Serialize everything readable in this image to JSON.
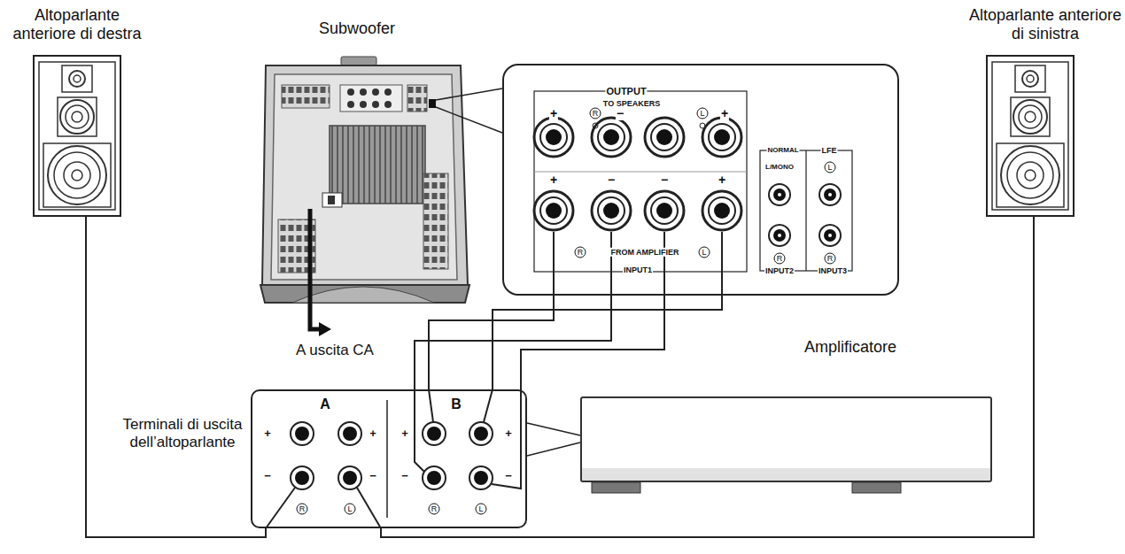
{
  "diagram": {
    "nodes": [
      {
        "text": [
          "Altoparlante anteriore di destra"
        ]
      },
      {
        "text": [
          "Subwoofer"
        ]
      },
      {
        "text": [
          "OUTPUT",
          "TO SPEAKERS",
          "+",
          "R",
          "−",
          "L",
          "+",
          "+",
          "−",
          "−",
          "+",
          "R",
          "FROM AMPLIFIER",
          "L",
          "INPUT1",
          "NORMAL",
          "L/MONO",
          "R",
          "INPUT2",
          "LFE",
          "L",
          "R",
          "INPUT3"
        ]
      },
      {
        "text": [
          "Altoparlante anteriore di sinistra"
        ]
      },
      {
        "text": [
          "Terminali di uscita dell’altoparlante",
          "A",
          "B",
          "+",
          "+",
          "−",
          "−",
          "R",
          "L",
          "+",
          "+",
          "−",
          "−",
          "R",
          "L"
        ]
      },
      {
        "text": [
          "Amplificatore"
        ]
      }
    ],
    "edges": [
      {
        "from": 0,
        "to": 4,
        "arrow": "none"
      },
      {
        "from": 4,
        "to": 3,
        "arrow": "none"
      },
      {
        "from": 4,
        "to": 2,
        "arrow": "none"
      },
      {
        "from": 4,
        "to": 2,
        "arrow": "none"
      },
      {
        "from": 4,
        "to": 2,
        "arrow": "none"
      },
      {
        "from": 4,
        "to": 2,
        "arrow": "none"
      }
    ],
    "labels": [
      "A uscita CA"
    ]
  }
}
